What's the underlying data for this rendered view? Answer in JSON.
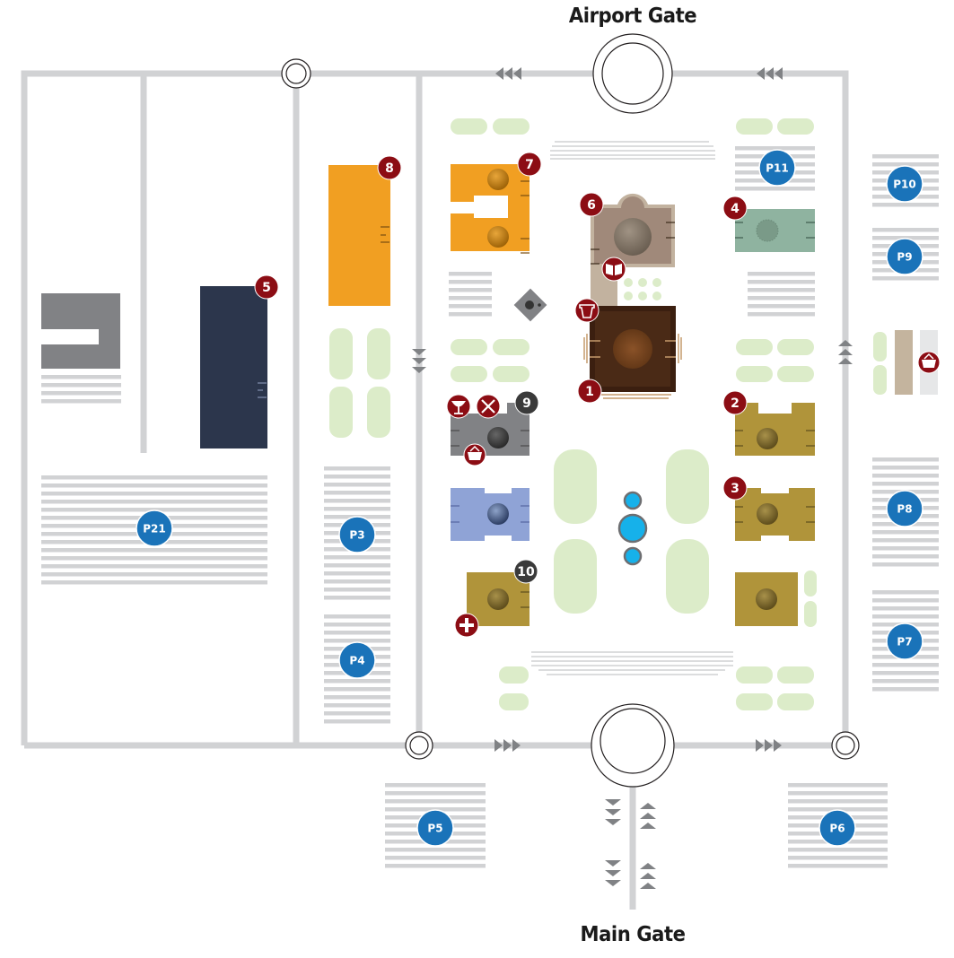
{
  "gates": {
    "top": {
      "label": "Airport Gate"
    },
    "bottom": {
      "label": "Main Gate"
    }
  },
  "colors": {
    "road": "#d1d2d4",
    "green": "#dcecc9",
    "parking_badge": "#1a73b9",
    "marker_red": "#8c0d14",
    "marker_dark": "#3a3a3a",
    "fountain": "#16b1ea",
    "arrow": "#808285"
  },
  "parking": [
    {
      "id": "P21",
      "label": "P21"
    },
    {
      "id": "P3",
      "label": "P3"
    },
    {
      "id": "P4",
      "label": "P4"
    },
    {
      "id": "P5",
      "label": "P5"
    },
    {
      "id": "P6",
      "label": "P6"
    },
    {
      "id": "P7",
      "label": "P7"
    },
    {
      "id": "P8",
      "label": "P8"
    },
    {
      "id": "P9",
      "label": "P9"
    },
    {
      "id": "P10",
      "label": "P10"
    },
    {
      "id": "P11",
      "label": "P11"
    }
  ],
  "buildings": [
    {
      "number": "1",
      "color": "#3b1f10",
      "marker": "red"
    },
    {
      "number": "2",
      "color": "#b0943a",
      "marker": "red"
    },
    {
      "number": "3",
      "color": "#b0943a",
      "marker": "red"
    },
    {
      "number": "4",
      "color": "#8fb3a0",
      "marker": "red"
    },
    {
      "number": "5",
      "color": "#2c364c",
      "marker": "red"
    },
    {
      "number": "6",
      "color": "#a0897a",
      "marker": "red"
    },
    {
      "number": "7",
      "color": "#f19f22",
      "marker": "red"
    },
    {
      "number": "8",
      "color": "#f19f22",
      "marker": "red"
    },
    {
      "number": "9",
      "color": "#818285",
      "marker": "dark"
    },
    {
      "number": "10",
      "color": "#b0943a",
      "marker": "dark"
    }
  ],
  "amenities": [
    {
      "icon": "library-icon",
      "near": "6"
    },
    {
      "icon": "cafe-icon",
      "near": "1"
    },
    {
      "icon": "pharmacy-icon",
      "near": "9"
    },
    {
      "icon": "restaurant-icon",
      "near": "9"
    },
    {
      "icon": "shop-basket-icon",
      "near": "9"
    },
    {
      "icon": "shop-basket-icon",
      "near": "P9"
    },
    {
      "icon": "medical-cross-icon",
      "near": "10"
    }
  ]
}
